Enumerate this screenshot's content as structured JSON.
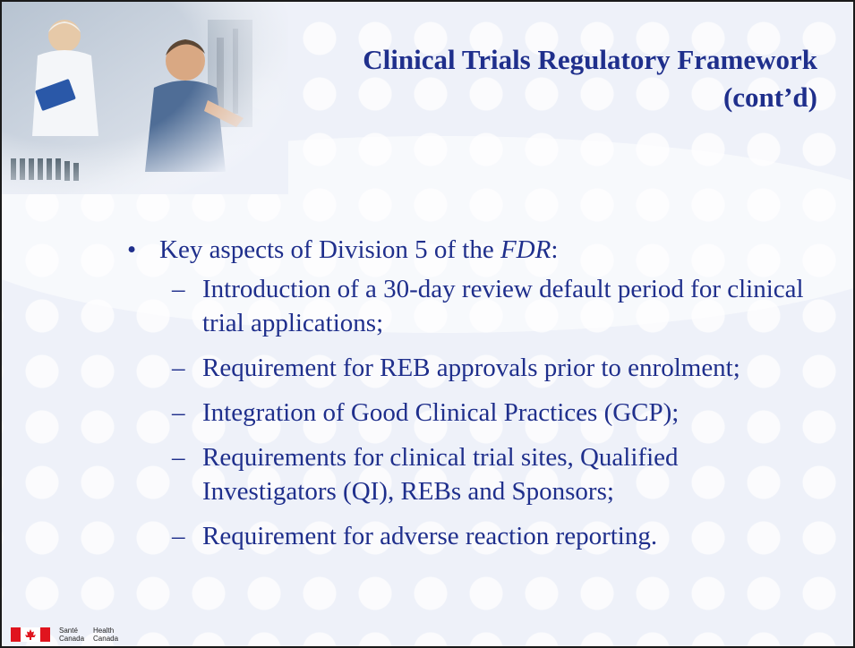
{
  "slide": {
    "title_line1": "Clinical Trials Regulatory Framework",
    "title_line2": "(cont’d)"
  },
  "content": {
    "bullet_marker": "•",
    "bullet_text_before": "Key aspects of Division 5 of the ",
    "bullet_text_emphasis": "FDR",
    "bullet_text_after": ":",
    "dash_marker": "–",
    "subitems": [
      "Introduction of a 30-day review default period for clinical trial applications;",
      "Requirement for REB approvals prior to enrolment;",
      "Integration of Good Clinical Practices (GCP);",
      "Requirements for clinical trial sites, Qualified Investigators (QI), REBs and Sponsors;",
      "Requirement for adverse reaction reporting."
    ]
  },
  "footer": {
    "logo_line1_fr": "Santé",
    "logo_line2_fr": "Canada",
    "logo_line1_en": "Health",
    "logo_line2_en": "Canada"
  },
  "colors": {
    "text": "#1f2f8c",
    "flag_red": "#e0141e"
  }
}
